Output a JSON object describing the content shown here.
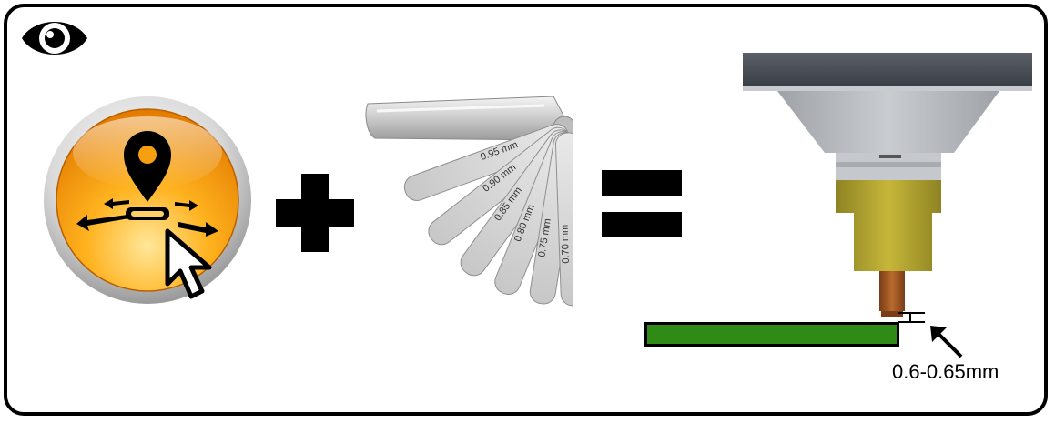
{
  "icons": {
    "eye": "eye-icon",
    "locate": "map-pin-cursor-icon",
    "plus": "plus-icon",
    "equals": "equals-icon",
    "arrow": "arrow-up-left-icon"
  },
  "feeler_gauge": {
    "blades": [
      "0.95 mm",
      "0.90 mm",
      "0.85 mm",
      "0.80 mm",
      "0.75 mm",
      "0.70 mm"
    ]
  },
  "gap": {
    "label": "0.6-0.65mm"
  },
  "colors": {
    "orange": "#f7a00f",
    "board_green": "#2f8a16",
    "nozzle_olive": "#b9aa32",
    "tip_copper": "#a65a25"
  }
}
